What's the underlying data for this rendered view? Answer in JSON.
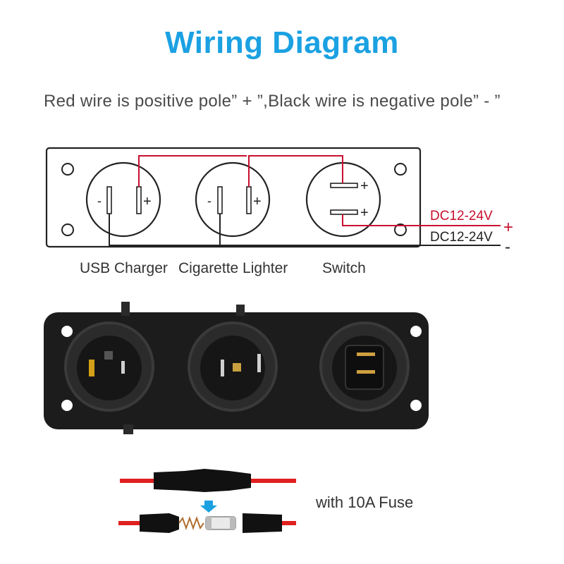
{
  "title": "Wiring Diagram",
  "subtitle": "Red wire is positive pole” + ”,Black wire is negative pole” - ”",
  "labels": {
    "usb": "USB Charger",
    "lighter": "Cigarette Lighter",
    "switch": "Switch"
  },
  "power": {
    "positive_text": "DC12-24V",
    "positive_sign": "+",
    "negative_text": "DC12-24V",
    "negative_sign": "-"
  },
  "fuse_caption": "with 10A Fuse",
  "colors": {
    "title": "#1ba1e2",
    "positive_wire": "#c8102e",
    "negative_wire": "#222222"
  }
}
